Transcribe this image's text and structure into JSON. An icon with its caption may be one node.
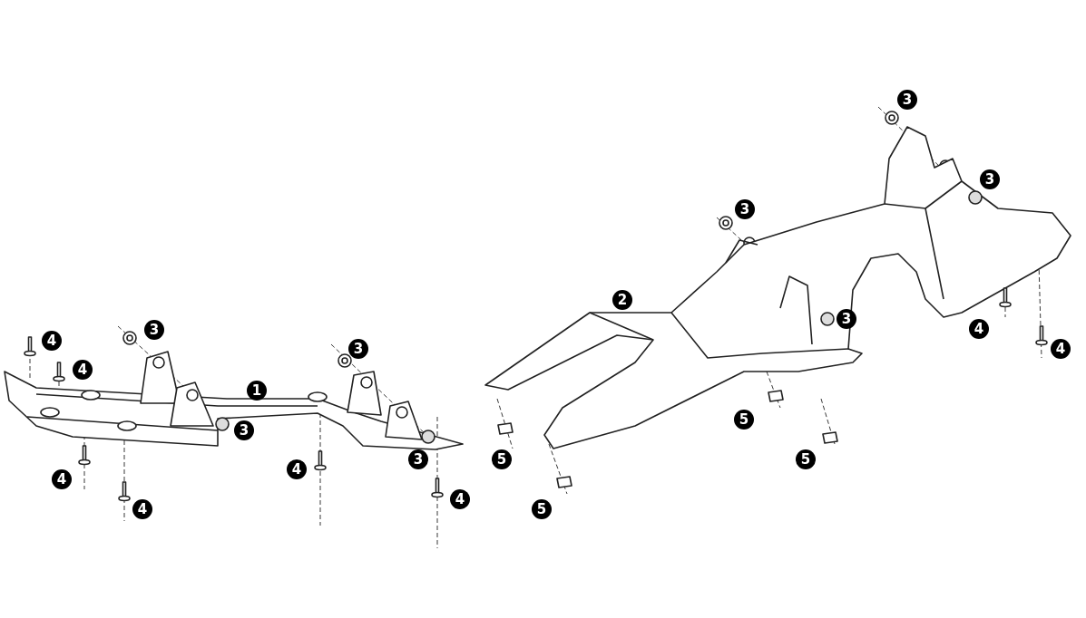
{
  "diagram": {
    "labels": [
      "3",
      "3",
      "3",
      "2",
      "4",
      "3",
      "3",
      "3",
      "4",
      "4",
      "4",
      "1",
      "3",
      "5",
      "3",
      "5",
      "5",
      "4",
      "4",
      "4",
      "4",
      "5"
    ]
  }
}
